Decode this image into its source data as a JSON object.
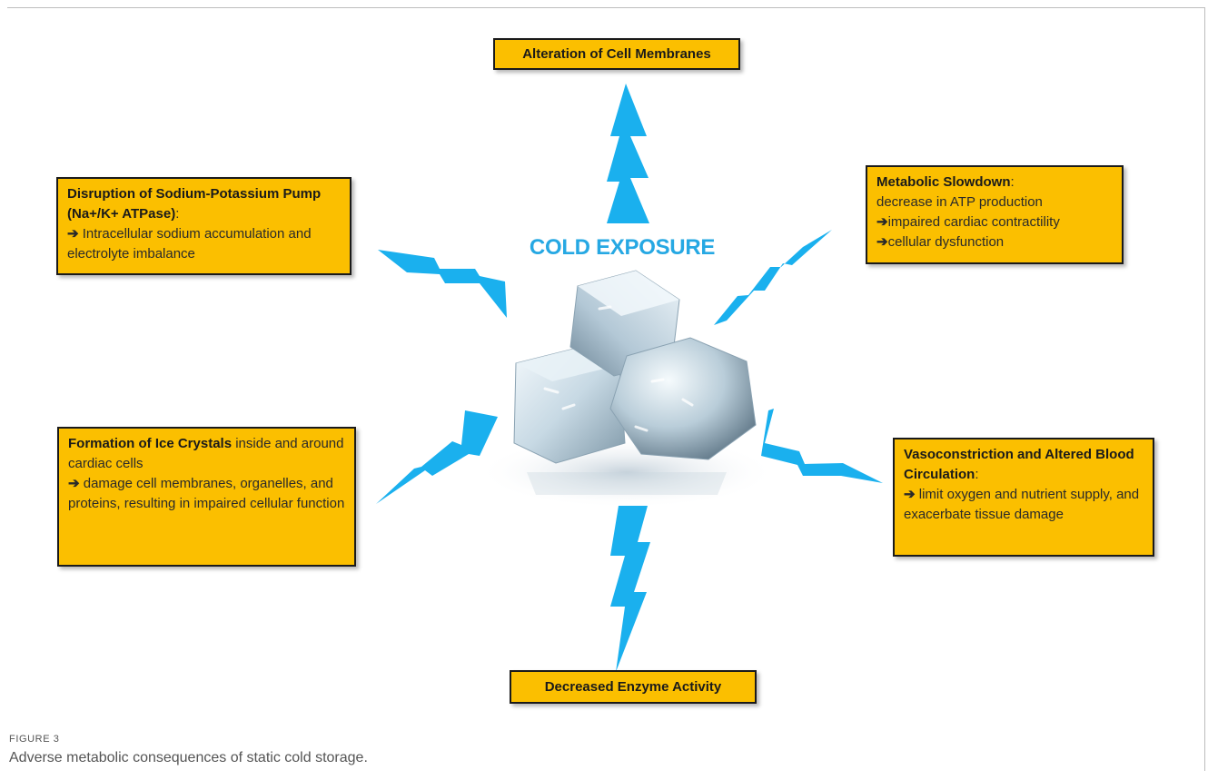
{
  "center": {
    "title": "COLD EXPOSURE"
  },
  "boxes": {
    "top": {
      "title": "Alteration of Cell Membranes"
    },
    "upper_left": {
      "title": "Disruption of Sodium-Potassium Pump (Na+/K+ ATPase)",
      "suffix": ":",
      "arrow": "➔",
      "line1": " Intracellular sodium accumulation and electrolyte imbalance"
    },
    "upper_right": {
      "title": "Metabolic Slowdown",
      "suffix": ":",
      "line1": "decrease in ATP production",
      "arrow": "➔",
      "line2": "impaired cardiac contractility",
      "line3": "cellular dysfunction"
    },
    "lower_left": {
      "title": "Formation of Ice Crystals",
      "title_tail": " inside and around cardiac cells",
      "arrow": "➔",
      "line1": " damage cell membranes, organelles, and proteins, resulting in impaired cellular function"
    },
    "lower_right": {
      "title": "Vasoconstriction and Altered Blood Circulation",
      "suffix": ":",
      "arrow": "➔",
      "line1": " limit oxygen and nutrient supply, and exacerbate tissue damage"
    },
    "bottom": {
      "title": "Decreased Enzyme Activity"
    }
  },
  "caption": {
    "label": "FIGURE 3",
    "text": "Adverse metabolic consequences of static cold storage."
  },
  "colors": {
    "box_fill": "#fbbf00",
    "bolt": "#1ab0ee",
    "title": "#26a8e3",
    "ice": "#cfe0ea"
  }
}
